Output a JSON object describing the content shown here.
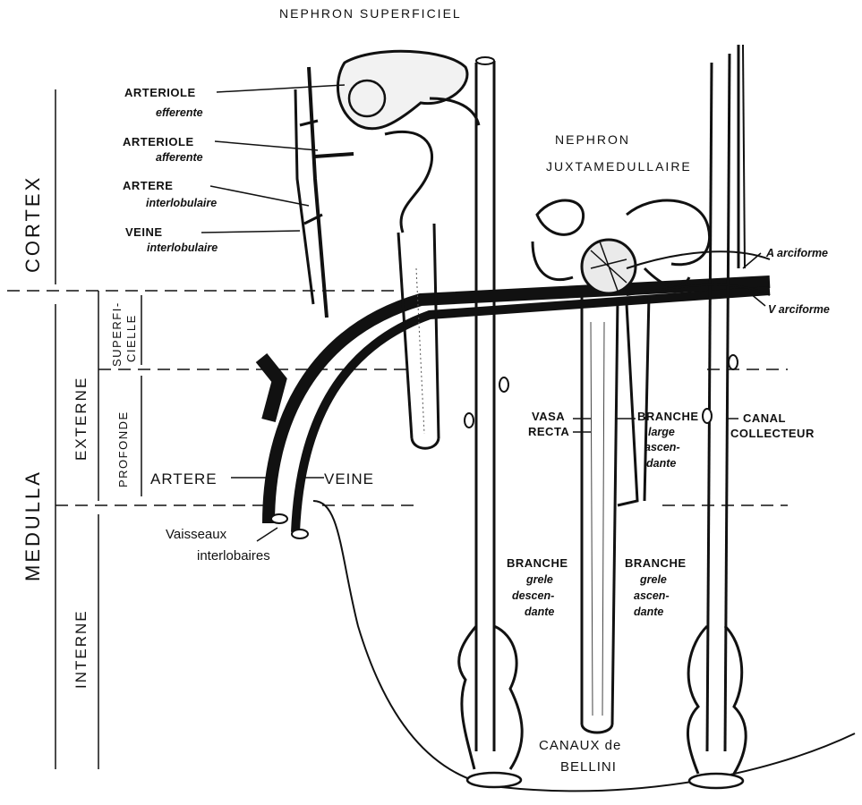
{
  "titles": {
    "nephron_superficiel": "NEPHRON SUPERFICIEL",
    "nephron_juxta_1": "NEPHRON",
    "nephron_juxta_2": "JUXTAMEDULLAIRE"
  },
  "zones": {
    "cortex": "CORTEX",
    "medulla": "MEDULLA",
    "externe": "EXTERNE",
    "interne": "INTERNE",
    "superficielle_1": "SUPERFI-",
    "superficielle_2": "CIELLE",
    "profonde": "PROFONDE"
  },
  "labels": {
    "arteriole_efferente_1": "ARTERIOLE",
    "arteriole_efferente_2": "efferente",
    "arteriole_afferente_1": "ARTERIOLE",
    "arteriole_afferente_2": "afferente",
    "artere_interlobulaire_1": "ARTERE",
    "artere_interlobulaire_2": "interlobulaire",
    "veine_interlobulaire_1": "VEINE",
    "veine_interlobulaire_2": "interlobulaire",
    "a_arciforme": "A arciforme",
    "v_arciforme": "V arciforme",
    "artere": "ARTERE",
    "veine": "VEINE",
    "vaisseaux_1": "Vaisseaux",
    "vaisseaux_2": "interlobaires",
    "vasa_recta_1": "VASA",
    "vasa_recta_2": "RECTA",
    "branche_large_1": "BRANCHE",
    "branche_large_2": "large",
    "branche_large_3": "ascen-",
    "branche_large_4": "dante",
    "canal_collecteur_1": "CANAL",
    "canal_collecteur_2": "COLLECTEUR",
    "branche_grele_desc_1": "BRANCHE",
    "branche_grele_desc_2": "grele",
    "branche_grele_desc_3": "descen-",
    "branche_grele_desc_4": "dante",
    "branche_grele_asc_1": "BRANCHE",
    "branche_grele_asc_2": "grele",
    "branche_grele_asc_3": "ascen-",
    "branche_grele_asc_4": "dante",
    "canaux_bellini_1": "CANAUX de",
    "canaux_bellini_2": "BELLINI"
  }
}
